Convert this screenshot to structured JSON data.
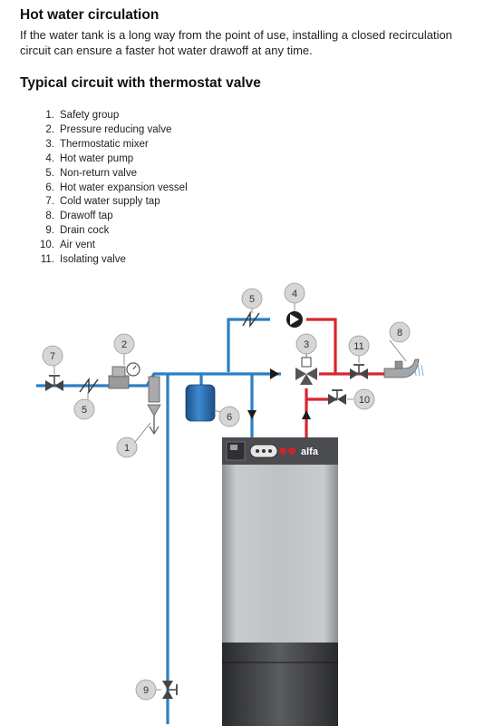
{
  "heading": "Hot water circulation",
  "intro": "If the water tank is a long way from the point of use, installing a closed recirculation circuit can ensure a faster hot water drawoff at any time.",
  "subheading": "Typical circuit with thermostat valve",
  "legend": [
    {
      "num": "1.",
      "label": "Safety group"
    },
    {
      "num": "2.",
      "label": "Pressure reducing valve"
    },
    {
      "num": "3.",
      "label": "Thermostatic mixer"
    },
    {
      "num": "4.",
      "label": "Hot water pump"
    },
    {
      "num": "5.",
      "label": "Non-return valve"
    },
    {
      "num": "6.",
      "label": "Hot water expansion vessel"
    },
    {
      "num": "7.",
      "label": "Cold water supply tap"
    },
    {
      "num": "8.",
      "label": "Drawoff tap"
    },
    {
      "num": "9.",
      "label": "Drain cock"
    },
    {
      "num": "10.",
      "label": "Air vent"
    },
    {
      "num": "11.",
      "label": "Isolating valve"
    }
  ],
  "callouts": {
    "c1": "1",
    "c2": "2",
    "c3": "3",
    "c4": "4",
    "c5a": "5",
    "c5b": "5",
    "c6": "6",
    "c7": "7",
    "c8": "8",
    "c9": "9",
    "c10": "10",
    "c11": "11"
  },
  "boiler": {
    "brand": "alfa"
  },
  "colors": {
    "cold_pipe": "#2b7fc4",
    "hot_pipe": "#d8262e",
    "boiler_body": "#b9bbbd",
    "boiler_panel": "#4a4c4f",
    "callout_fill": "#d6d6d6"
  }
}
